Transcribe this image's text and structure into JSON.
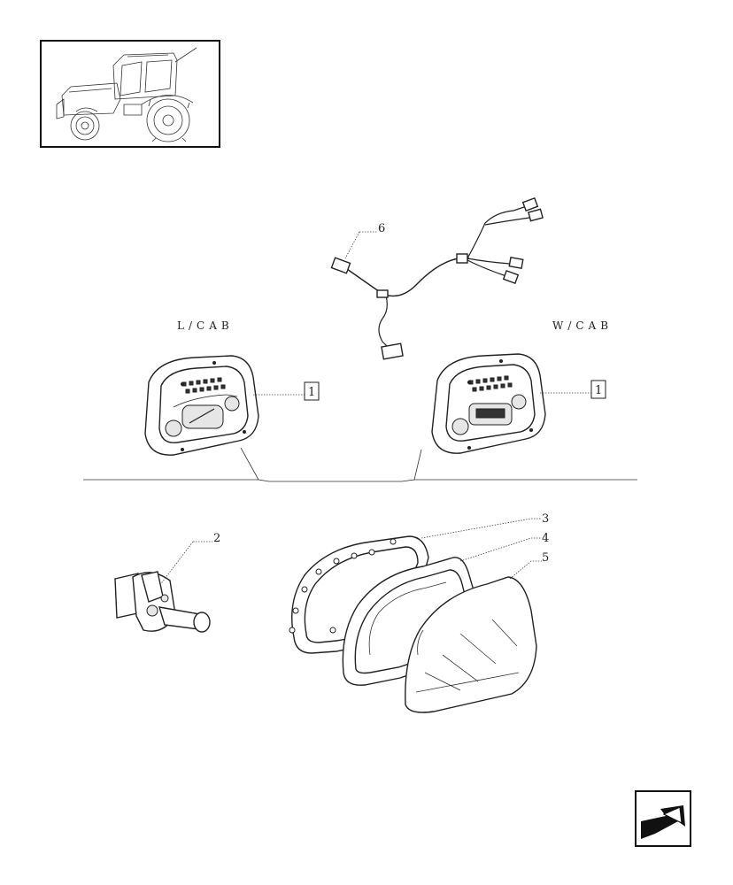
{
  "labels": {
    "lcab": "L/CAB",
    "wcab": "W/CAB",
    "ref_left": "1",
    "ref_right": "1",
    "part_2": "2",
    "part_3": "3",
    "part_4": "4",
    "part_5": "5",
    "part_6": "6"
  },
  "icons": {
    "thumbnail": "tractor-icon",
    "nav": "next-page-arrow-icon"
  }
}
